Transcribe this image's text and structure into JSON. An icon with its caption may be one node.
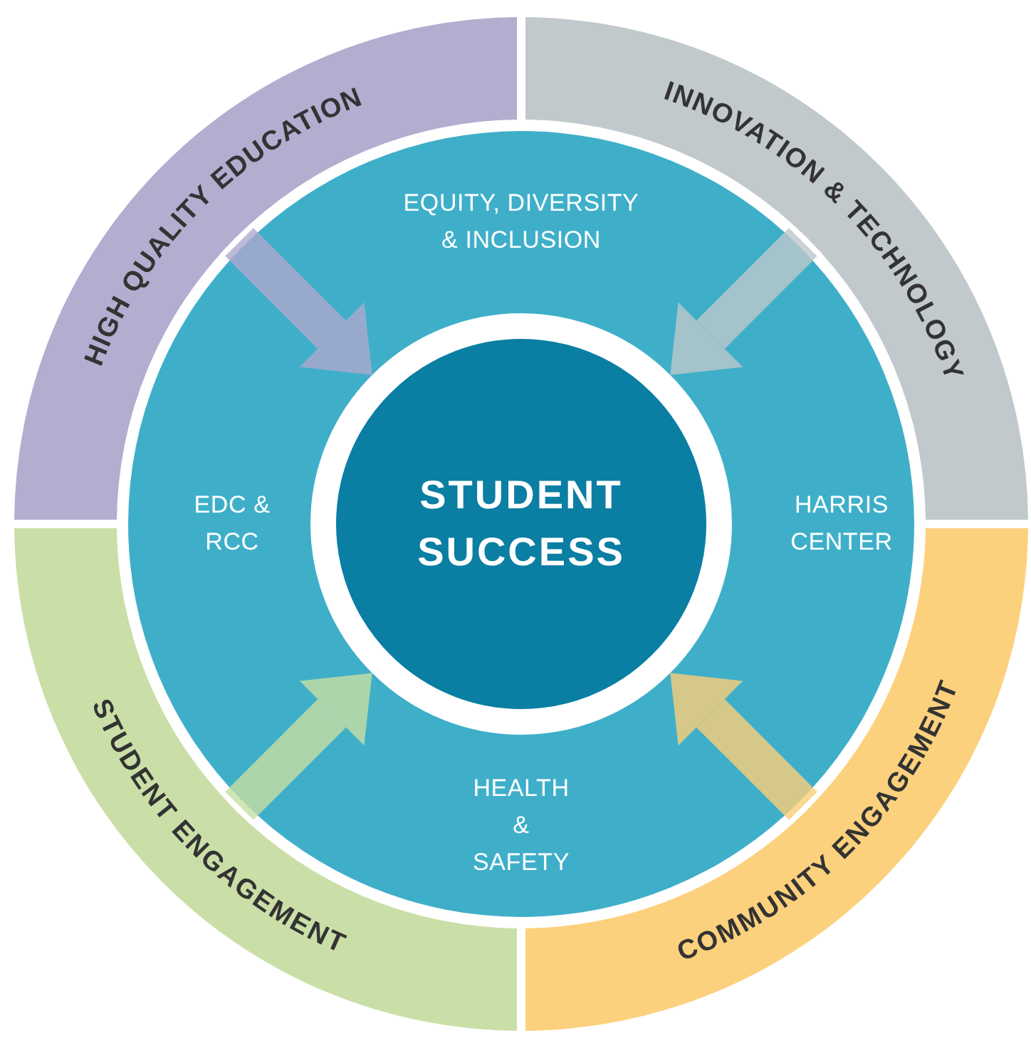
{
  "diagram": {
    "nodes": [
      {
        "text": [
          "HIGH QUALITY EDUCATION"
        ]
      },
      {
        "text": [
          "INNOVATION & TECHNOLOGY"
        ]
      },
      {
        "text": [
          "STUDENT ENGAGEMENT"
        ]
      },
      {
        "text": [
          "COMMUNITY ENGAGEMENT"
        ]
      },
      {
        "text": [
          "STUDENT SUCCESS"
        ]
      }
    ],
    "edges": [
      {
        "from": 0,
        "to": 4,
        "arrow": "to",
        "color": "#aeaacf"
      },
      {
        "from": 1,
        "to": 4,
        "arrow": "to",
        "color": "#bfc8cc"
      },
      {
        "from": 2,
        "to": 4,
        "arrow": "to",
        "color": "#c8dfa4"
      },
      {
        "from": 3,
        "to": 4,
        "arrow": "to",
        "color": "#fbcf78"
      }
    ],
    "labels": [
      "EQUITY, DIVERSITY & INCLUSION",
      "EDC & RCC",
      "HARRIS CENTER",
      "HEALTH & SAFETY"
    ]
  }
}
